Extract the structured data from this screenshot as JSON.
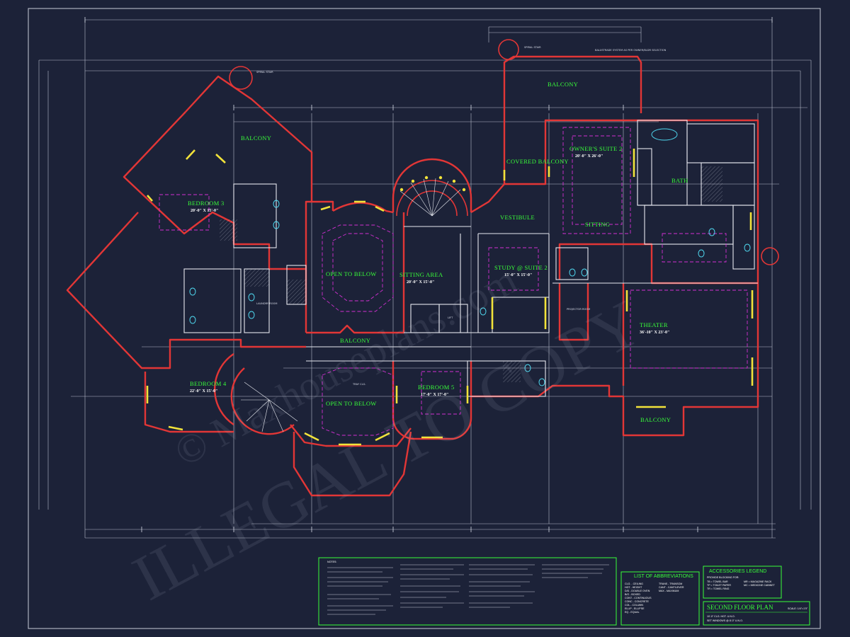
{
  "plan_title": "SECOND FLOOR PLAN",
  "scale": "SCALE: 1/4\"=1'0\"",
  "ceiling_notes": [
    "10'-0\" CLG. HGT. U.N.O.",
    "SET WINDOWS @ 8'-0\" U.N.O."
  ],
  "rooms": [
    {
      "id": "balcony-nw",
      "name": "BALCONY",
      "size": ""
    },
    {
      "id": "balcony-n",
      "name": "BALCONY",
      "size": ""
    },
    {
      "id": "covered-balcony",
      "name": "COVERED BALCONY",
      "size": ""
    },
    {
      "id": "owners-suite",
      "name": "OWNER'S SUITE 2",
      "size": "20'-0\" X 26'-0\""
    },
    {
      "id": "bath",
      "name": "BATH",
      "size": ""
    },
    {
      "id": "sitting",
      "name": "SITTING",
      "size": ""
    },
    {
      "id": "bedroom-3",
      "name": "BEDROOM 3",
      "size": "20'-0\" X 15'-0\""
    },
    {
      "id": "open-to-below-1",
      "name": "OPEN TO BELOW",
      "size": ""
    },
    {
      "id": "sitting-area",
      "name": "SITTING AREA",
      "size": "20'-0\" X 15'-0\""
    },
    {
      "id": "vestibule",
      "name": "VESTIBULE",
      "size": ""
    },
    {
      "id": "study-suite",
      "name": "STUDY @ SUITE 2",
      "size": "15'-0\" X 15'-0\""
    },
    {
      "id": "balcony-mid",
      "name": "BALCONY",
      "size": ""
    },
    {
      "id": "theater",
      "name": "THEATER",
      "size": "36'-10\" X 23'-0\""
    },
    {
      "id": "bedroom-4",
      "name": "BEDROOM 4",
      "size": "22'-0\" X 15'-0\""
    },
    {
      "id": "open-to-below-2",
      "name": "OPEN TO BELOW",
      "size": ""
    },
    {
      "id": "bedroom-5",
      "name": "BEDROOM 5",
      "size": "17'-0\" X 17'-0\""
    },
    {
      "id": "balcony-se",
      "name": "BALCONY",
      "size": ""
    }
  ],
  "annotations": {
    "spiral_stair_1": "SPIRAL STAIR",
    "spiral_stair_2": "SPIRAL STAIR",
    "balustrade": "BALUSTRADE SYSTEM AS PER OWNER/BLDR SELECTION",
    "lift": "LIFT",
    "projector_room": "PROJECTOR ROOM",
    "laundry": "LAUNDRY ROOM",
    "tray_clg": "TRAY CLG."
  },
  "legend_titles": {
    "notes": "NOTES:",
    "abbreviations": "LIST OF ABBREVIATIONS",
    "accessories": "ACCESSORIES LEGEND"
  },
  "accessories": [
    "PROVIDE BLOCKING FOR:",
    "TB = TOWEL BAR",
    "TP = TOILET PAPER",
    "TR = TOWEL RING",
    "MR = MAGAZINE RACK",
    "MC = MEDICINE CABINET"
  ],
  "abbreviations": [
    "CLG. - CEILING",
    "HGT - HEIGHT",
    "D/D - DOUBLE OVEN",
    "B/O - BOXED",
    "CONT - CONTINUOUS",
    "CONC - CONCRETE",
    "COL - COLUMN",
    "ELLIP - ELLIPSE",
    "EQ - EQUAL",
    "TRANS - TRANSOM",
    "CANT - CANTILEVER",
    "MAX - MAXIMUM"
  ],
  "watermarks": [
    "ILLEGAL TO COPY",
    "© Maxhouseplans.com"
  ]
}
